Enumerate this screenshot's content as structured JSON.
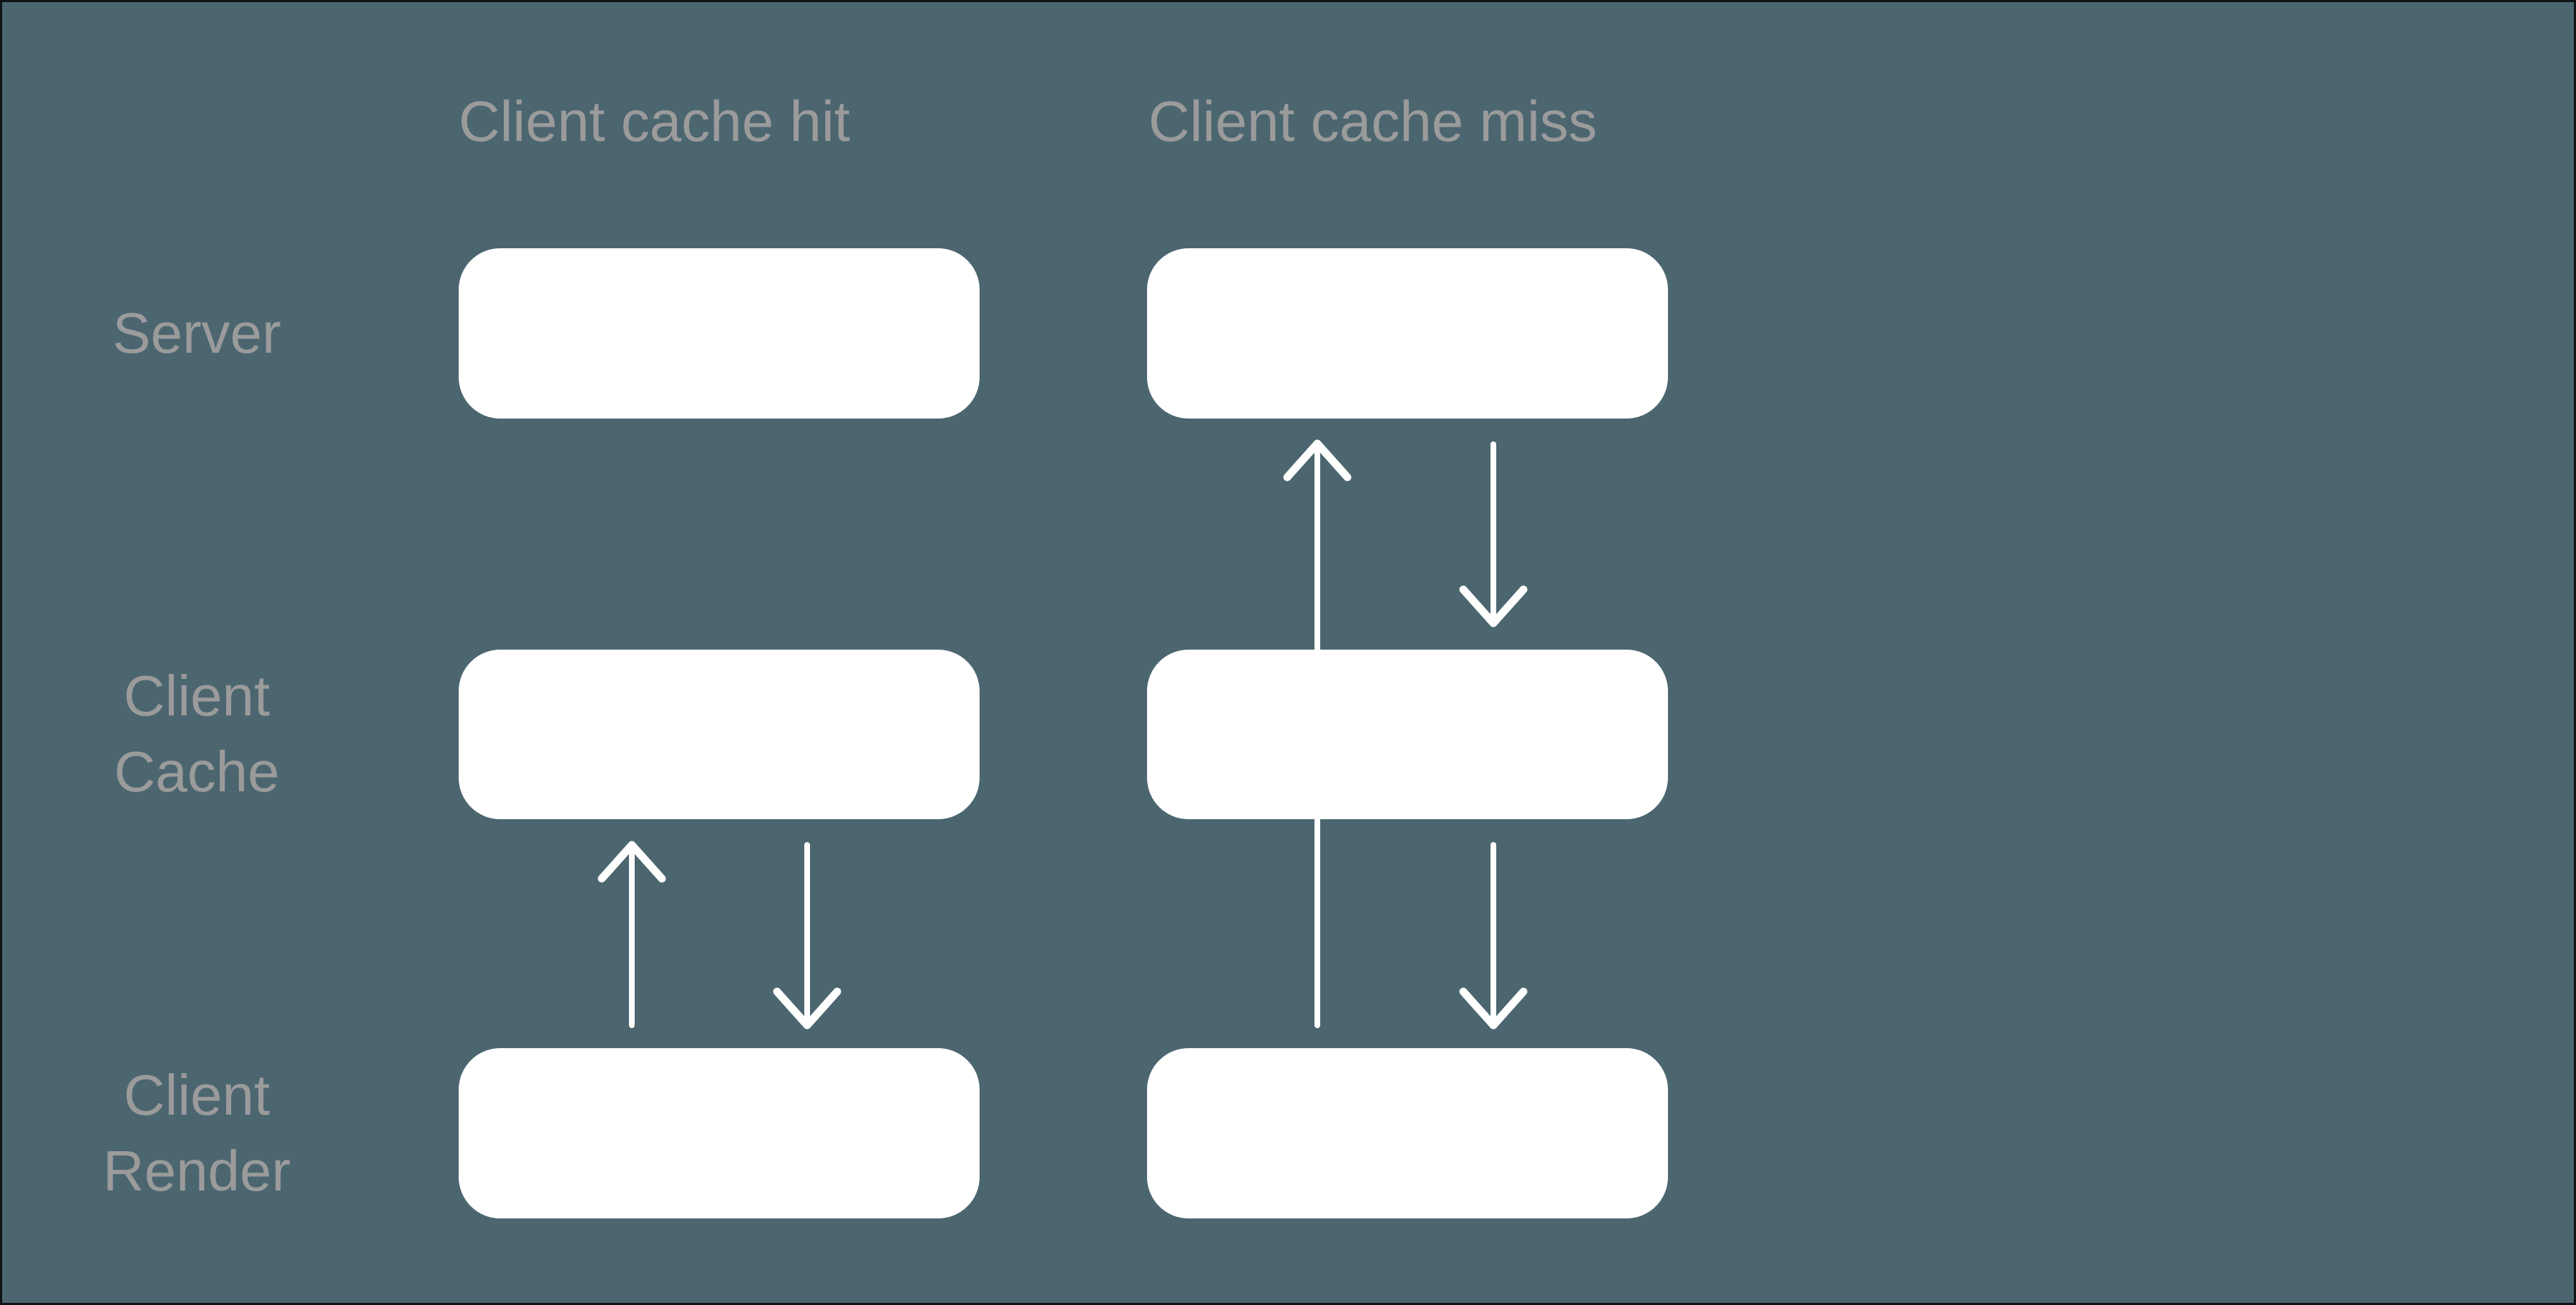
{
  "colors": {
    "background": "#4c6670",
    "frame_border": "#101417",
    "box_fill": "#ffffff",
    "heading_text": "#9b9b9b",
    "label_text": "#9b9b9b",
    "arrow": "#ffffff"
  },
  "diagram": {
    "column_headers": [
      {
        "id": "hit",
        "label": "Client cache hit"
      },
      {
        "id": "miss",
        "label": "Client cache miss"
      }
    ],
    "row_labels": [
      {
        "id": "server",
        "lines": [
          "Server"
        ]
      },
      {
        "id": "client-cache",
        "lines": [
          "Client",
          "Cache"
        ]
      },
      {
        "id": "client-render",
        "lines": [
          "Client",
          "Render"
        ]
      }
    ],
    "nodes": [
      {
        "column": "hit",
        "row": "server"
      },
      {
        "column": "hit",
        "row": "client-cache"
      },
      {
        "column": "hit",
        "row": "client-render"
      },
      {
        "column": "miss",
        "row": "server"
      },
      {
        "column": "miss",
        "row": "client-cache"
      },
      {
        "column": "miss",
        "row": "client-render"
      }
    ],
    "edges": [
      {
        "column": "hit",
        "from": "client-render",
        "to": "client-cache",
        "direction": "up"
      },
      {
        "column": "hit",
        "from": "client-cache",
        "to": "client-render",
        "direction": "down"
      },
      {
        "column": "miss",
        "from": "client-render",
        "to": "server",
        "direction": "up",
        "note": "passes behind client cache box"
      },
      {
        "column": "miss",
        "from": "server",
        "to": "client-cache",
        "direction": "down"
      },
      {
        "column": "miss",
        "from": "client-cache",
        "to": "client-render",
        "direction": "down"
      }
    ]
  }
}
